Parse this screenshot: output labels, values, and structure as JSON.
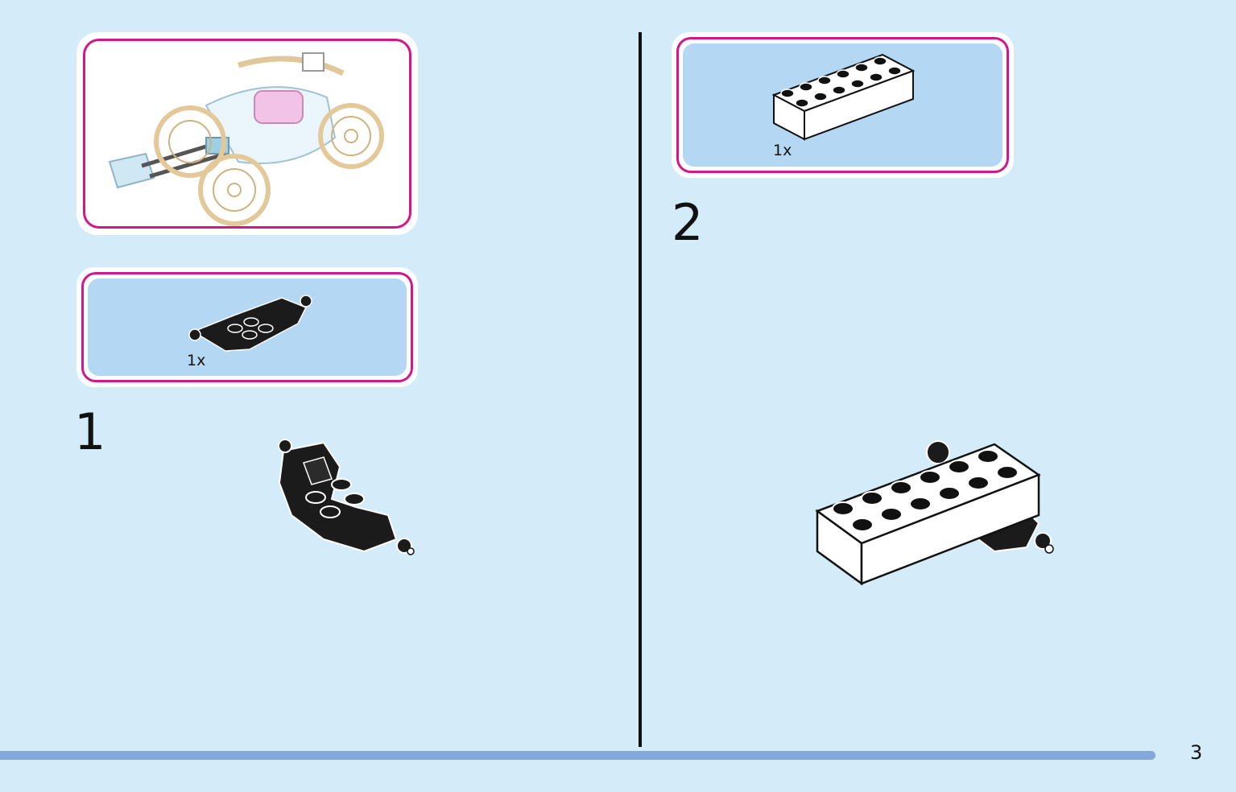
{
  "left_page": {
    "parts_callout": {
      "quantity": "1x",
      "part_icon": "black-axle-plate-icon"
    },
    "step": {
      "number": "1",
      "illustration": "black-axle-plate-icon"
    },
    "preview": {
      "illustration": "carriage-model-icon"
    }
  },
  "right_page": {
    "parts_callout": {
      "quantity": "1x",
      "part_icon": "white-brick-2x6-icon"
    },
    "step": {
      "number": "2",
      "illustration": "white-brick-on-axle-icon"
    }
  },
  "footer": {
    "page_number": "3"
  },
  "colors": {
    "background": "#d4ebf9",
    "callout_border": "#d4168a",
    "callout_fill": "#b4d8f4",
    "footer_bar": "#82a8da"
  }
}
